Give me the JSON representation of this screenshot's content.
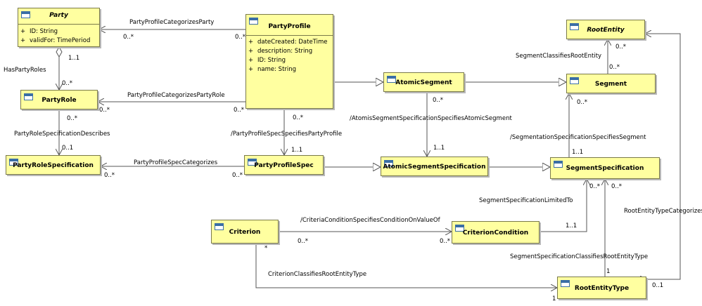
{
  "classes": {
    "party": {
      "name": "Party",
      "attributes": [
        {
          "vis": "+",
          "text": "ID: String"
        },
        {
          "vis": "+",
          "text": "validFor: TimePeriod"
        }
      ]
    },
    "party_profile": {
      "name": "PartyProfile",
      "attributes": [
        {
          "vis": "+",
          "text": "dateCreated: DateTime"
        },
        {
          "vis": "+",
          "text": "description: String"
        },
        {
          "vis": "+",
          "text": "ID: String"
        },
        {
          "vis": "+",
          "text": "name: String"
        }
      ]
    },
    "root_entity": {
      "name": "RootEntity"
    },
    "party_role": {
      "name": "PartyRole"
    },
    "atomic_segment": {
      "name": "AtomicSegment"
    },
    "segment": {
      "name": "Segment"
    },
    "party_role_specification": {
      "name": "PartyRoleSpecification"
    },
    "party_profile_spec": {
      "name": "PartyProfileSpec"
    },
    "atomic_segment_specification": {
      "name": "AtomicSegmentSpecification"
    },
    "segment_specification": {
      "name": "SegmentSpecification"
    },
    "criterion": {
      "name": "Criterion"
    },
    "criterion_condition": {
      "name": "CriterionCondition"
    },
    "root_entity_type": {
      "name": "RootEntityType"
    }
  },
  "associations": {
    "party_profile_categorizes_party": "PartyProfileCategorizesParty",
    "has_party_roles": "HasPartyRoles",
    "party_profile_categorizes_party_role": "PartyProfileCategorizesPartyRole",
    "party_role_specification_describes": "PartyRoleSpecificationDescribes",
    "party_profile_spec_categorizes": "PartyProfileSpecCategorizes",
    "party_profile_spec_specifies_party_profile": "/PartyProfileSpecSpecifiesPartyProfile",
    "atomic_segment_specification_specifies_atomic_segment": "/AtomisSegmentSpecificationSpecifiesAtomicSegment",
    "segment_classifies_root_entity": "SegmentClassifiesRootEntity",
    "segmentation_specification_specifies_segment": "/SegmentationSpecificationSpecifiesSegment",
    "segment_specification_limited_to": "SegmentSpecificationLimitedTo",
    "root_entity_type_categorizes": "RootEntityTypeCategorizes",
    "criteria_condition_specifies_condition_on_value_of": "/CriteriaConditionSpecifiesConditionOnValueOf",
    "segment_specification_classifies_root_entity_type": "SegmentSpecificationClassifiesRootEntityType",
    "criterion_classifies_root_entity_type": "CriterionClassifiesRootEntityType"
  },
  "multiplicities": {
    "m1": "0..*",
    "m2": "0..*",
    "m3": "1..1",
    "m4": "0..*",
    "m5": "0..*",
    "m6": "0..*",
    "m7": "0..1",
    "m8": "0..*",
    "m9": "0..*",
    "m10": "0..*",
    "m11": "1..1",
    "m12": "0..*",
    "m13": "1..1",
    "m14": "0..*",
    "m15": "0..*",
    "m16": "0..*",
    "m17": "0..*",
    "m18": "1..1",
    "m19": "0..*",
    "m20": "0..*",
    "m21": "1..1",
    "m22": "0..*",
    "m23": "0..*",
    "m24": "*",
    "m25": "1",
    "m26": "1",
    "m27": "0..1"
  }
}
